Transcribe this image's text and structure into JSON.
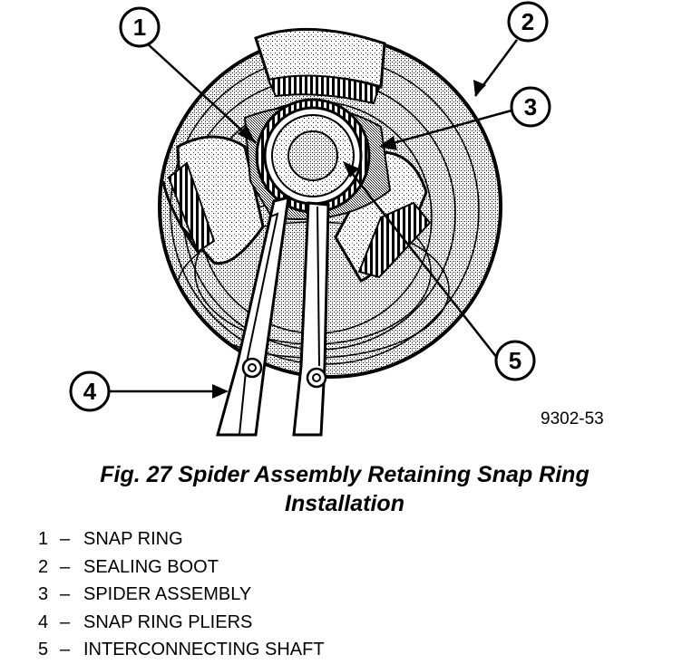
{
  "figure": {
    "callouts": [
      {
        "id": "1",
        "label": "1"
      },
      {
        "id": "2",
        "label": "2"
      },
      {
        "id": "3",
        "label": "3"
      },
      {
        "id": "4",
        "label": "4"
      },
      {
        "id": "5",
        "label": "5"
      }
    ],
    "figure_code": "9302-53"
  },
  "caption": {
    "line1": "Fig. 27 Spider Assembly Retaining Snap Ring",
    "line2": "Installation"
  },
  "legend": [
    {
      "num": "1",
      "dash": "–",
      "text": "SNAP RING"
    },
    {
      "num": "2",
      "dash": "–",
      "text": "SEALING BOOT"
    },
    {
      "num": "3",
      "dash": "–",
      "text": "SPIDER ASSEMBLY"
    },
    {
      "num": "4",
      "dash": "–",
      "text": "SNAP RING PLIERS"
    },
    {
      "num": "5",
      "dash": "–",
      "text": "INTERCONNECTING SHAFT"
    }
  ]
}
